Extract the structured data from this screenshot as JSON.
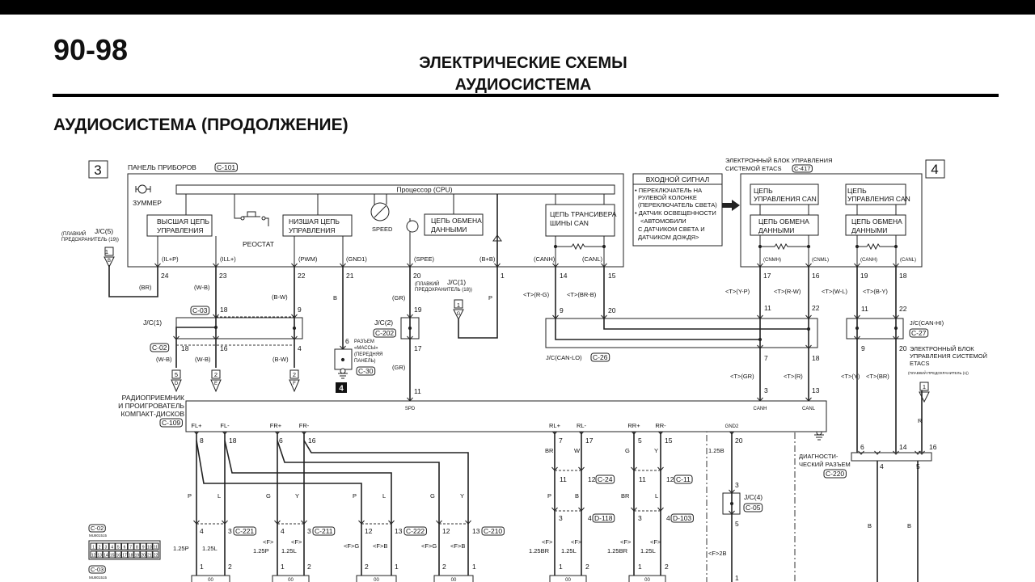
{
  "page": {
    "number": "90-98",
    "title": "ЭЛЕКТРИЧЕСКИЕ СХЕМЫ",
    "subtitle": "АУДИОСИСТЕМА",
    "section": "АУДИОСИСТЕМА (ПРОДОЛЖЕНИЕ)"
  },
  "refs": {
    "left": "3",
    "right": "4",
    "ground": "4"
  },
  "instrument_panel": {
    "name": "ПАНЕЛЬ ПРИБОРОВ",
    "connector": "C-101",
    "cpu": "Процессор (CPU)",
    "buzzer": "ЗУММЕР",
    "high_ctrl": [
      "ВЫСШАЯ ЦЕПЬ",
      "УПРАВЛЕНИЯ"
    ],
    "rheostat": "РЕОСТАТ",
    "low_ctrl": [
      "НИЗШАЯ ЦЕПЬ",
      "УПРАВЛЕНИЯ"
    ],
    "speed": "SPEED",
    "data_exchange": [
      "ЦЕПЬ ОБМЕНА",
      "ДАННЫМИ"
    ],
    "can_transceiver": [
      "ЦЕПЬ ТРАНСИВЕРА",
      "ШИНЫ CAN"
    ],
    "pins": [
      {
        "signal": "(IL+P)",
        "num": "24"
      },
      {
        "signal": "(ILL+)",
        "num": "23"
      },
      {
        "signal": "(PWM)",
        "num": "22"
      },
      {
        "signal": "(GND1)",
        "num": "21"
      },
      {
        "signal": "(SPEE)",
        "num": "20"
      },
      {
        "signal": "(B+B)",
        "num": "1"
      },
      {
        "signal": "(CANH)",
        "num": "14"
      },
      {
        "signal": "(CANL)",
        "num": "15"
      }
    ]
  },
  "input_signal": {
    "header": "ВХОДНОЙ СИГНАЛ",
    "lines": [
      "• ПЕРЕКЛЮЧАТЕЛЬ НА",
      "РУЛЕВОЙ КОЛОНКЕ",
      "(ПЕРЕКЛЮЧАТЕЛЬ  СВЕТА)",
      "• ДАТЧИК ОСВЕЩЕННОСТИ",
      "<АВТОМОБИЛИ",
      "С ДАТЧИКОМ СВЕТА И",
      "ДАТЧИКОМ ДОЖДЯ>"
    ]
  },
  "etacs": {
    "name": [
      "ЭЛЕКТРОННЫЙ БЛОК УПРАВЛЕНИЯ",
      "СИСТЕМОЙ ETACS"
    ],
    "connector": "C-417",
    "can_ctrl": [
      "ЦЕПЬ",
      "УПРАВЛЕНИЯ CAN"
    ],
    "data_exchange": [
      "ЦЕПЬ ОБМЕНА",
      "ДАННЫМИ"
    ],
    "pins": [
      {
        "signal": "(CNMH)",
        "num": "17"
      },
      {
        "signal": "(CNML)",
        "num": "16"
      },
      {
        "signal": "(CANH)",
        "num": "19"
      },
      {
        "signal": "(CANL)",
        "num": "18"
      }
    ]
  },
  "fuse_left": {
    "jc": "J/C(5)",
    "label": [
      "(ПЛАВКИЙ",
      "ПРЕДОХРАНИТЕЛЬ (19))"
    ],
    "num": "1",
    "letter": "B",
    "wire": "(BR)"
  },
  "jc1": {
    "label": "J/C(1)",
    "top_connector": "C-03",
    "top_pins": [
      "18",
      "9"
    ],
    "bottom_connector": "C-02",
    "bottom_pins": [
      "18",
      "16",
      "4"
    ],
    "wires_top": [
      "(W-B)",
      "(B-W)"
    ],
    "wires_bottom": [
      "(W-B)",
      "(W-B)",
      "(B-W)"
    ],
    "ends": [
      {
        "num": "5",
        "letter": "D"
      },
      {
        "num": "2",
        "letter": "E"
      },
      {
        "num": "2",
        "letter": "F"
      }
    ]
  },
  "ground": {
    "pin": "6",
    "wire": "B",
    "label": [
      "РАЗЪЕМ",
      "«МАССЫ»",
      "(ПЕРЕДНЯЯ",
      "ПАНЕЛЬ)"
    ],
    "connector": "C-30"
  },
  "spee": {
    "wire1": "(GR)",
    "wire2": "(GR)",
    "fuse_label": [
      "(ПЛАВКИЙ",
      "ПРЕДОХРАНИТЕЛЬ (18))"
    ],
    "fuse_jc": "J/C(1)",
    "fuse_num": "1",
    "fuse_letter": "G",
    "fuse_wire": "P",
    "jc": "J/C(2)",
    "jc_connector": "C-202",
    "pins": [
      "19",
      "17",
      "11"
    ]
  },
  "can_lo": {
    "label": "J/C(CAN-LO)",
    "connector": "C-26",
    "wires_top": [
      "<T>(R-G)",
      "<T>(BR-B)",
      "<T>(Y-P)",
      "<T>(R-W)"
    ],
    "pins_top": [
      "9",
      "20",
      "11",
      "22"
    ],
    "pins_bottom": [
      "7",
      "18"
    ],
    "wires_bottom": [
      "<T>(GR)",
      "<T>(R)"
    ],
    "radio_pins": [
      "3",
      "13"
    ]
  },
  "can_hi": {
    "label": "J/C(CAN-HI)",
    "connector": "C-27",
    "wires_top": [
      "<T>(W-L)",
      "<T>(B-Y)"
    ],
    "pins_top": [
      "11",
      "22"
    ],
    "pins_bottom": [
      "9",
      "20"
    ],
    "wires_bottom": [
      "<T>(Y)",
      "<T>(BR)"
    ],
    "etacs_label": [
      "ЭЛЕКТРОННЫЙ БЛОК",
      "УПРАВЛЕНИЯ СИСТЕМОЙ",
      "ETACS"
    ],
    "fuse_label": "(ПЛАВКИЙ ПРЕДОХРАНИТЕЛЬ (1))",
    "fuse_num": "1",
    "fuse_wire": "R"
  },
  "radio": {
    "name": [
      "РАДИОПРИЕМНИК",
      "И ПРОИГРОВАТЕЛЬ",
      "КОМПАКТ-ДИСКОВ"
    ],
    "connector": "C-109",
    "spd": "SPD",
    "canh": "CANH",
    "canl": "CANL",
    "gnd2": "GND2",
    "terminals": [
      "FL+",
      "FL-",
      "FR+",
      "FR-",
      "RL+",
      "RL-",
      "RR+",
      "RR-"
    ],
    "pins": [
      "8",
      "18",
      "6",
      "16",
      "7",
      "17",
      "5",
      "15",
      "20"
    ]
  },
  "front_speakers": {
    "wires": [
      "P",
      "L",
      "G",
      "Y",
      "P",
      "L",
      "G",
      "Y"
    ],
    "connectors": [
      "C-221",
      "C-211",
      "C-222",
      "C-210"
    ],
    "pins": [
      "4",
      "3",
      "4",
      "3",
      "12",
      "13",
      "12",
      "13"
    ],
    "sizes": [
      "1.25P",
      "1.25L",
      "<F>",
      "<F>",
      "1.25P",
      "1.25L",
      "<F>G",
      "<F>B",
      "<F>G",
      "<F>B"
    ],
    "end_pins": [
      "1",
      "2",
      "1",
      "2",
      "2",
      "1",
      "2",
      "1"
    ]
  },
  "rear_speakers": {
    "wires": [
      "BR",
      "W",
      "G",
      "Y"
    ],
    "pins1": [
      "11",
      "12",
      "11",
      "12"
    ],
    "connectors1": [
      "C-24",
      "C-11"
    ],
    "wires2": [
      "P",
      "B",
      "BR",
      "L"
    ],
    "pins2": [
      "3",
      "4",
      "3",
      "4"
    ],
    "connectors2": [
      "D-118",
      "D-103"
    ],
    "sizes": [
      "<F>",
      "1.25BR",
      "<F>",
      "1.25L",
      "<F>",
      "1.25BR",
      "<F>",
      "1.25L"
    ],
    "end_pins": [
      "1",
      "2",
      "1",
      "2"
    ]
  },
  "gnd2": {
    "size": "1.25B",
    "pins": [
      "3",
      "5",
      "1"
    ],
    "jc": "J/C(4)",
    "connector": "C-05",
    "size2": "<F>2B"
  },
  "diag": {
    "label": [
      "ДИАГНОСТИ-",
      "ЧЕСКИЙ РАЗЪЕМ"
    ],
    "connector": "C-220",
    "pins": [
      "6",
      "14",
      "16",
      "4",
      "5"
    ],
    "wires": [
      "B",
      "B"
    ]
  },
  "connector_views": {
    "c02": "C-02",
    "c02_part": "MU801515",
    "c03": "C-03",
    "c03_part": "MU801515",
    "row1": [
      "1",
      "2",
      "3",
      "4",
      "5",
      "6",
      "7",
      "8",
      "9",
      "10",
      "11"
    ],
    "row2": [
      "12",
      "13",
      "14",
      "15",
      "16",
      "17",
      "18",
      "19",
      "20",
      "21",
      "22"
    ]
  },
  "speaker_connector_marks": [
    "00",
    "00",
    "00",
    "00",
    "00",
    "00"
  ]
}
